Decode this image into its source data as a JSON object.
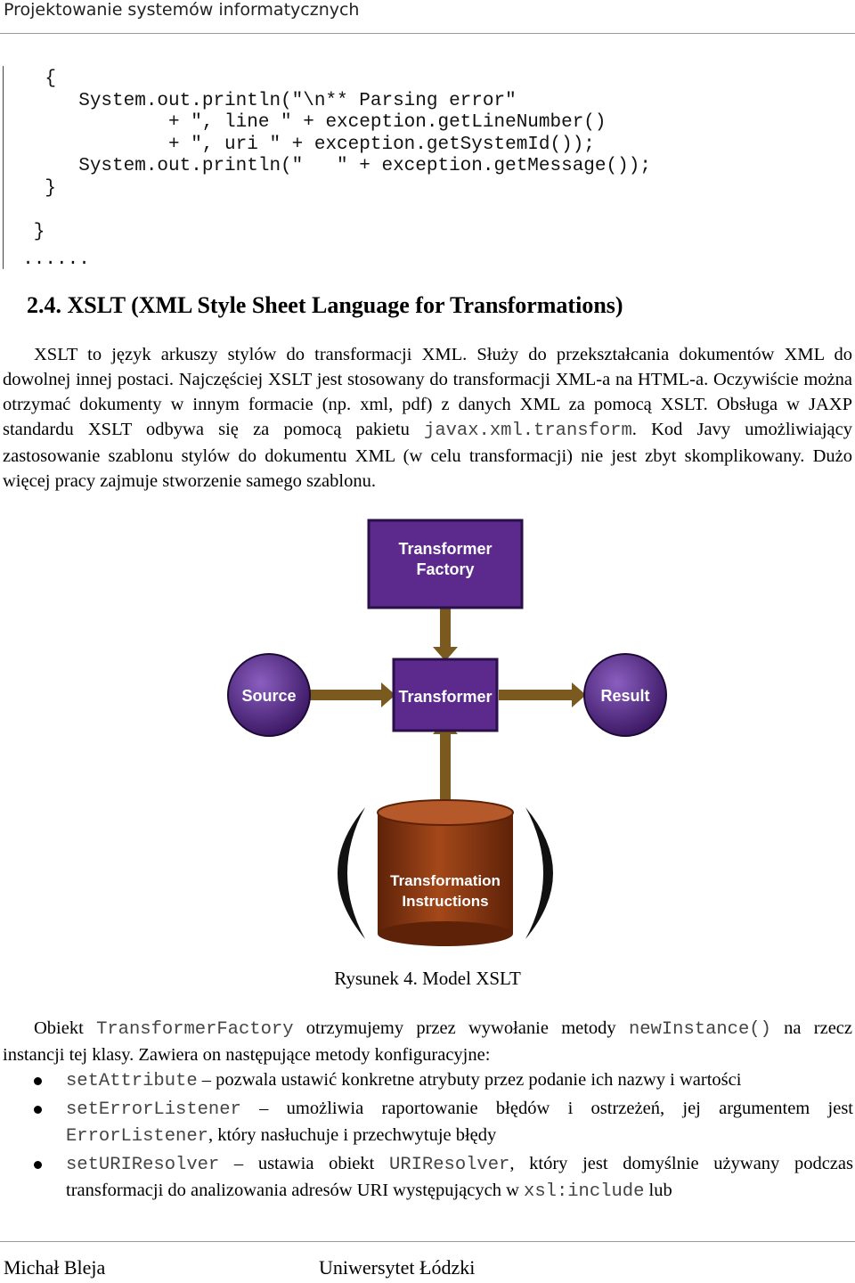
{
  "header": {
    "title": "Projektowanie systemów informatycznych"
  },
  "code_lines": [
    "    {",
    "       System.out.println(\"\\n** Parsing error\"",
    "               + \", line \" + exception.getLineNumber()",
    "               + \", uri \" + exception.getSystemId());",
    "       System.out.println(\"   \" + exception.getMessage());",
    "    }",
    "",
    "   }",
    "  ......"
  ],
  "section": {
    "number": "2.4.",
    "title": "XSLT (XML Style Sheet Language for Transformations)"
  },
  "intro": {
    "part1": "XSLT to język arkuszy stylów do transformacji XML. Służy do przekształcania dokumentów XML do dowolnej innej postaci. Najczęściej XSLT jest stosowany do transformacji XML-a na HTML-a. Oczywiście można otrzymać dokumenty w innym formacie (np. xml, pdf) z danych XML za pomocą XSLT. Obsługa w JAXP standardu XSLT odbywa się za pomocą pakietu ",
    "package": "javax.xml.transform",
    "part2": ". Kod Javy umożliwiający zastosowanie szablonu stylów do dokumentu XML (w celu transformacji) nie jest zbyt skomplikowany. Dużo więcej pracy zajmuje stworzenie samego szablonu."
  },
  "figure": {
    "factory_line1": "Transformer",
    "factory_line2": "Factory",
    "transformer": "Transformer",
    "source": "Source",
    "result": "Result",
    "instructions_line1": "Transformation",
    "instructions_line2": "Instructions",
    "colors": {
      "purple": "#5b2a8c",
      "purple_border": "#2a0f4a",
      "arrow": "#7a5a1e",
      "cylinder": "#8b3a12"
    }
  },
  "caption": "Rysunek 4. Model XSLT",
  "para2": {
    "a": "Obiekt ",
    "code1": "TransformerFactory",
    "b": " otrzymujemy przez wywołanie metody ",
    "code2": "newInstance()",
    "c": " na rzecz instancji tej klasy. Zawiera on następujące metody konfiguracyjne:"
  },
  "bullets": [
    {
      "code": "setAttribute",
      "text": " – pozwala ustawić konkretne atrybuty przez podanie ich nazwy i wartości"
    },
    {
      "code": "setErrorListener",
      "text": " – umożliwia raportowanie błędów i ostrzeżeń, jej argumentem jest ",
      "code2": "ErrorListener",
      "text2": ", który nasłuchuje i przechwytuje błędy"
    },
    {
      "code": "setURIResolver",
      "text": " – ustawia obiekt ",
      "code2": "URIResolver",
      "text2": ", który jest domyślnie używany podczas transformacji do analizowania adresów URI występujących w ",
      "code3": "xsl:include",
      "text3": " lub"
    }
  ],
  "footer": {
    "author": "Michał Bleja",
    "university": "Uniwersytet Łódzki"
  }
}
